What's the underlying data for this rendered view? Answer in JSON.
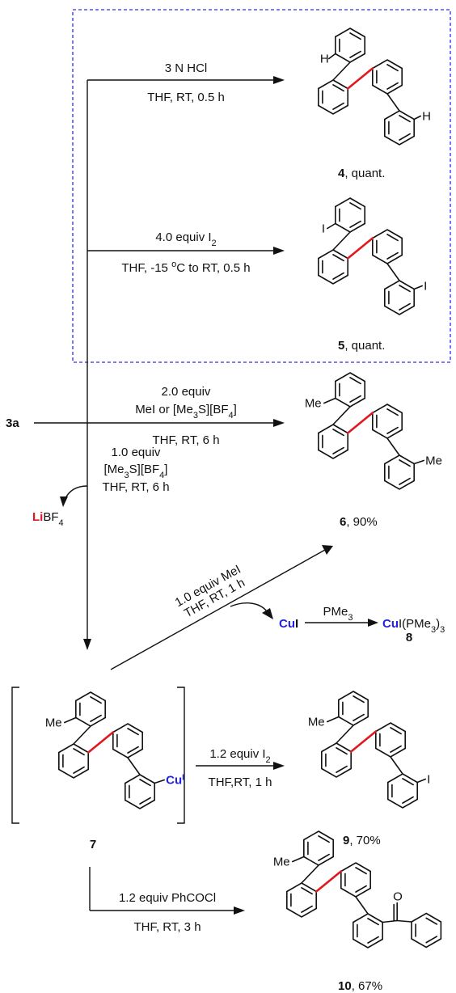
{
  "reactions": {
    "hcl": {
      "line1": "3 N HCl",
      "line2": "THF, RT, 0.5 h"
    },
    "iodine": {
      "line1": "4.0 equiv I",
      "line1_sub": "2",
      "line2": "THF, -15 ",
      "line2_sup": "o",
      "line2_tail": "C to RT, 0.5 h"
    },
    "methyl": {
      "line1": "2.0 equiv",
      "line2": "MeI or [Me",
      "line2_sub1": "3",
      "line2_mid": "S][BF",
      "line2_sub2": "4",
      "line2_end": "]",
      "line3": "THF, RT, 6 h"
    },
    "sulfonium": {
      "line1": "1.0 equiv",
      "line2": "[Me",
      "line2_sub1": "3",
      "line2_mid": "S][BF",
      "line2_sub2": "4",
      "line2_end": "]",
      "line3": "THF, RT, 6 h"
    },
    "mei_diag": {
      "line1": "1.0 equiv MeI",
      "line2": "THF, RT, 1 h"
    },
    "pme3": {
      "line1": "PMe",
      "line1_sub": "3"
    },
    "iodine2": {
      "line1": "1.2 equiv I",
      "line1_sub": "2",
      "line2": "THF,RT, 1 h"
    },
    "benzoyl": {
      "line1": "1.2 equiv PhCOCl",
      "line2": "THF, RT, 3 h"
    }
  },
  "compounds": {
    "start": {
      "label": "3a"
    },
    "c4": {
      "number": "4",
      "yield": ", quant."
    },
    "c5": {
      "number": "5",
      "yield": ", quant."
    },
    "c6": {
      "number": "6",
      "yield": ", 90%"
    },
    "c7": {
      "number": "7"
    },
    "c8": {
      "number": "8"
    },
    "c9": {
      "number": "9",
      "yield": ", 70%"
    },
    "c10": {
      "number": "10",
      "yield": ", 67%"
    }
  },
  "byproducts": {
    "libf4": {
      "li": "Li",
      "rest": "BF",
      "sub": "4"
    },
    "cui": {
      "cu": "Cu",
      "rest": "I"
    },
    "cuipme3": {
      "cu": "Cu",
      "rest": "I(PMe",
      "sub": "3",
      "end": ")",
      "sub2": "3"
    }
  },
  "atoms": {
    "h": "H",
    "i": "I",
    "me": "Me",
    "o": "O",
    "cu": "Cu",
    "cu_sup": "I"
  },
  "colors": {
    "red": "#e0191e",
    "blue": "#2222dd",
    "dashed_box": "#2d2df0"
  }
}
